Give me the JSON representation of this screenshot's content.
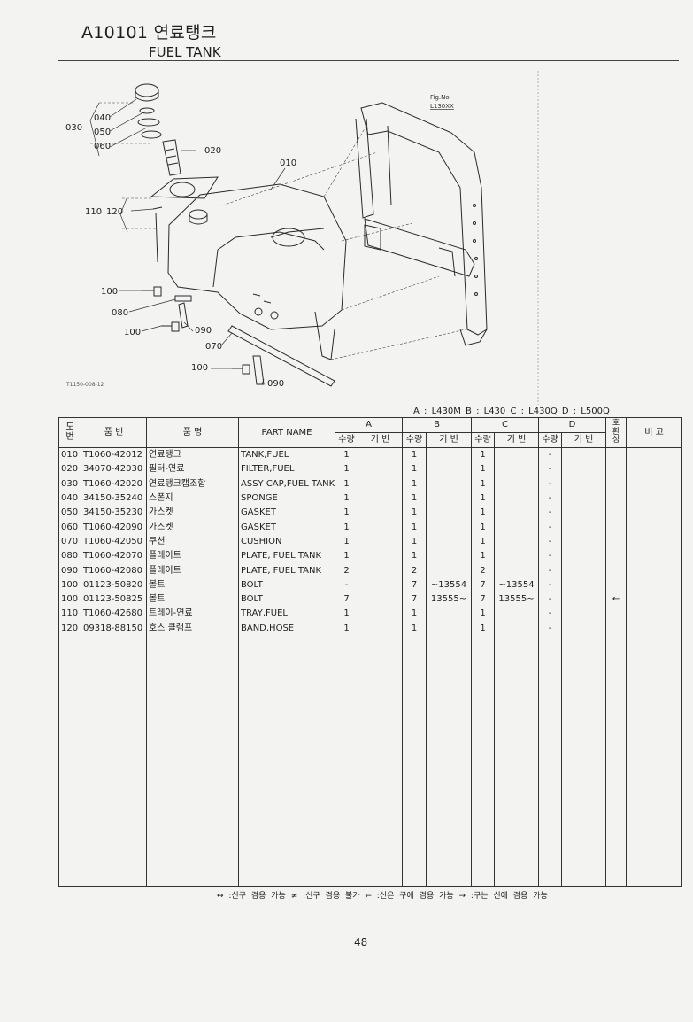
{
  "header": {
    "code": "A10101 연료탱크",
    "title_en": "FUEL TANK"
  },
  "figure": {
    "fig_no_label": "Fig.No.",
    "fig_no_value": "L130XX",
    "code": "T1150-008-12",
    "callouts": [
      "030",
      "040",
      "050",
      "060",
      "020",
      "010",
      "110",
      "120",
      "100",
      "080",
      "100",
      "090",
      "070",
      "100",
      "090"
    ]
  },
  "models": {
    "legend": "A : L430M   B : L430   C : L430Q   D : L500Q"
  },
  "table": {
    "headers": {
      "ref": "도\n번",
      "part_no": "품  번",
      "name_kr": "품  명",
      "name_en": "PART NAME",
      "col_a": "A",
      "col_b": "B",
      "col_c": "C",
      "col_d": "D",
      "qty": "수량",
      "serial": "기 번",
      "compat": "호\n환\n성",
      "remarks": "비  고"
    },
    "rows": [
      {
        "ref": "010",
        "part_no": "T1060-42012",
        "name_kr": "연료탱크",
        "name_en": "TANK,FUEL",
        "a_qty": "1",
        "a_serial": "",
        "b_qty": "1",
        "b_serial": "",
        "c_qty": "1",
        "c_serial": "",
        "d_qty": "-",
        "d_serial": "",
        "compat": "",
        "remarks": ""
      },
      {
        "ref": "020",
        "part_no": "34070-42030",
        "name_kr": "필터-연료",
        "name_en": "FILTER,FUEL",
        "a_qty": "1",
        "a_serial": "",
        "b_qty": "1",
        "b_serial": "",
        "c_qty": "1",
        "c_serial": "",
        "d_qty": "-",
        "d_serial": "",
        "compat": "",
        "remarks": ""
      },
      {
        "ref": "030",
        "part_no": "T1060-42020",
        "name_kr": "연료탱크캡조합",
        "name_en": "ASSY CAP,FUEL TANK",
        "a_qty": "1",
        "a_serial": "",
        "b_qty": "1",
        "b_serial": "",
        "c_qty": "1",
        "c_serial": "",
        "d_qty": "-",
        "d_serial": "",
        "compat": "",
        "remarks": ""
      },
      {
        "ref": "040",
        "part_no": "34150-35240",
        "name_kr": "스폰지",
        "name_en": "SPONGE",
        "a_qty": "1",
        "a_serial": "",
        "b_qty": "1",
        "b_serial": "",
        "c_qty": "1",
        "c_serial": "",
        "d_qty": "-",
        "d_serial": "",
        "compat": "",
        "remarks": ""
      },
      {
        "ref": "050",
        "part_no": "34150-35230",
        "name_kr": "가스켓",
        "name_en": "GASKET",
        "a_qty": "1",
        "a_serial": "",
        "b_qty": "1",
        "b_serial": "",
        "c_qty": "1",
        "c_serial": "",
        "d_qty": "-",
        "d_serial": "",
        "compat": "",
        "remarks": ""
      },
      {
        "ref": "060",
        "part_no": "T1060-42090",
        "name_kr": "가스켓",
        "name_en": "GASKET",
        "a_qty": "1",
        "a_serial": "",
        "b_qty": "1",
        "b_serial": "",
        "c_qty": "1",
        "c_serial": "",
        "d_qty": "-",
        "d_serial": "",
        "compat": "",
        "remarks": ""
      },
      {
        "ref": "070",
        "part_no": "T1060-42050",
        "name_kr": "쿠션",
        "name_en": "CUSHION",
        "a_qty": "1",
        "a_serial": "",
        "b_qty": "1",
        "b_serial": "",
        "c_qty": "1",
        "c_serial": "",
        "d_qty": "-",
        "d_serial": "",
        "compat": "",
        "remarks": ""
      },
      {
        "ref": "080",
        "part_no": "T1060-42070",
        "name_kr": "플레이트",
        "name_en": "PLATE, FUEL TANK",
        "a_qty": "1",
        "a_serial": "",
        "b_qty": "1",
        "b_serial": "",
        "c_qty": "1",
        "c_serial": "",
        "d_qty": "-",
        "d_serial": "",
        "compat": "",
        "remarks": ""
      },
      {
        "ref": "090",
        "part_no": "T1060-42080",
        "name_kr": "플레이트",
        "name_en": "PLATE, FUEL TANK",
        "a_qty": "2",
        "a_serial": "",
        "b_qty": "2",
        "b_serial": "",
        "c_qty": "2",
        "c_serial": "",
        "d_qty": "-",
        "d_serial": "",
        "compat": "",
        "remarks": ""
      },
      {
        "ref": "100",
        "part_no": "01123-50820",
        "name_kr": "볼트",
        "name_en": "BOLT",
        "a_qty": "-",
        "a_serial": "",
        "b_qty": "7",
        "b_serial": "~13554",
        "c_qty": "7",
        "c_serial": "~13554",
        "d_qty": "-",
        "d_serial": "",
        "compat": "",
        "remarks": ""
      },
      {
        "ref": "100",
        "part_no": "01123-50825",
        "name_kr": "볼트",
        "name_en": "BOLT",
        "a_qty": "7",
        "a_serial": "",
        "b_qty": "7",
        "b_serial": "13555~",
        "c_qty": "7",
        "c_serial": "13555~",
        "d_qty": "-",
        "d_serial": "",
        "compat": "←",
        "remarks": ""
      },
      {
        "ref": "110",
        "part_no": "T1060-42680",
        "name_kr": "트레이-연료",
        "name_en": "TRAY,FUEL",
        "a_qty": "1",
        "a_serial": "",
        "b_qty": "1",
        "b_serial": "",
        "c_qty": "1",
        "c_serial": "",
        "d_qty": "-",
        "d_serial": "",
        "compat": "",
        "remarks": ""
      },
      {
        "ref": "120",
        "part_no": "09318-88150",
        "name_kr": "호스 클램프",
        "name_en": "BAND,HOSE",
        "a_qty": "1",
        "a_serial": "",
        "b_qty": "1",
        "b_serial": "",
        "c_qty": "1",
        "c_serial": "",
        "d_qty": "-",
        "d_serial": "",
        "compat": "",
        "remarks": ""
      }
    ]
  },
  "footnote": "↔ :신구 겸용 가능   ≠ :신구 겸용 불가   ← :신은 구에 겸용 가능   → :구는 신에 겸용 가능",
  "page_number": "48"
}
